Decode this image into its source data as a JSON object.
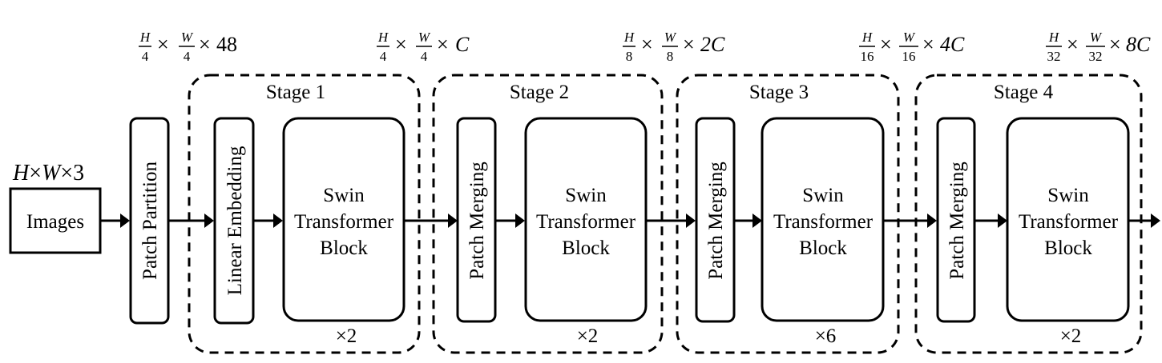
{
  "input": {
    "dim": {
      "a": "H",
      "x1": "×",
      "b": "W",
      "x2": "×",
      "c": "3"
    },
    "label": "Images"
  },
  "patch_partition": {
    "label": "Patch Partition",
    "out_dim": {
      "num": "H",
      "den": "4",
      "x1": "×",
      "num2": "W",
      "den2": "4",
      "x2": "×",
      "tail": "48"
    }
  },
  "stages": [
    {
      "title": "Stage 1",
      "first_block": "Linear Embedding",
      "block_lines": [
        "Swin",
        "Transformer",
        "Block"
      ],
      "repeat": "×2",
      "out_dim": {
        "num": "H",
        "den": "4",
        "x1": "×",
        "num2": "W",
        "den2": "4",
        "x2": "×",
        "tail": "C"
      }
    },
    {
      "title": "Stage 2",
      "first_block": "Patch Merging",
      "block_lines": [
        "Swin",
        "Transformer",
        "Block"
      ],
      "repeat": "×2",
      "out_dim": {
        "num": "H",
        "den": "8",
        "x1": "×",
        "num2": "W",
        "den2": "8",
        "x2": "×",
        "tail": "2C"
      }
    },
    {
      "title": "Stage 3",
      "first_block": "Patch Merging",
      "block_lines": [
        "Swin",
        "Transformer",
        "Block"
      ],
      "repeat": "×6",
      "out_dim": {
        "num": "H",
        "den": "16",
        "x1": "×",
        "num2": "W",
        "den2": "16",
        "x2": "×",
        "tail": "4C"
      }
    },
    {
      "title": "Stage 4",
      "first_block": "Patch Merging",
      "block_lines": [
        "Swin",
        "Transformer",
        "Block"
      ],
      "repeat": "×2",
      "out_dim": {
        "num": "H",
        "den": "32",
        "x1": "×",
        "num2": "W",
        "den2": "32",
        "x2": "×",
        "tail": "8C"
      }
    }
  ]
}
